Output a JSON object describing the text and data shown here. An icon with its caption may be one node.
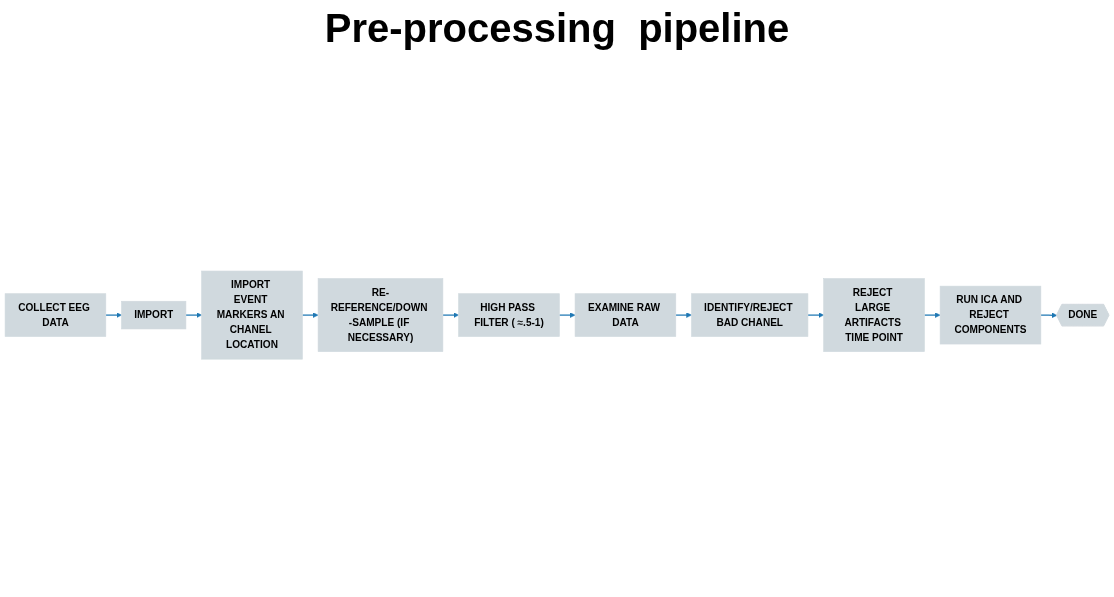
{
  "diagram": {
    "title": "Pre-processing  pipeline",
    "nodes": [
      {
        "text": [
          "COLLECT EEG DATA"
        ]
      },
      {
        "text": [
          "IMPORT"
        ]
      },
      {
        "text": [
          "IMPORT EVENT MARKERS AN CHANEL LOCATION"
        ]
      },
      {
        "text": [
          "RE-REFERENCE/DOWN -SAMPLE (IF NECESSARY)"
        ]
      },
      {
        "text": [
          "HIGH PASS FILTER ( ≈.5-1)"
        ]
      },
      {
        "text": [
          "EXAMINE RAW DATA"
        ]
      },
      {
        "text": [
          "IDENTIFY/REJECT BAD CHANEL"
        ]
      },
      {
        "text": [
          "REJECT LARGE ARTIFACTS TIME POINT"
        ]
      },
      {
        "text": [
          "RUN ICA AND REJECT COMPONENTS"
        ]
      },
      {
        "text": [
          "DONE"
        ]
      }
    ],
    "edges": [
      {
        "from": 0,
        "to": 1,
        "arrow": "to"
      },
      {
        "from": 1,
        "to": 2,
        "arrow": "to"
      },
      {
        "from": 2,
        "to": 3,
        "arrow": "to"
      },
      {
        "from": 3,
        "to": 4,
        "arrow": "to"
      },
      {
        "from": 4,
        "to": 5,
        "arrow": "to"
      },
      {
        "from": 5,
        "to": 6,
        "arrow": "to"
      },
      {
        "from": 6,
        "to": 7,
        "arrow": "to"
      },
      {
        "from": 7,
        "to": 8,
        "arrow": "to"
      },
      {
        "from": 8,
        "to": 9,
        "arrow": "to"
      }
    ]
  }
}
